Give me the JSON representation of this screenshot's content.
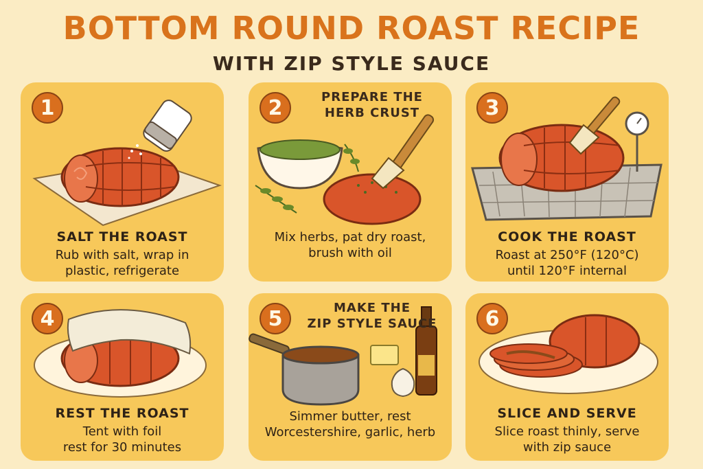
{
  "header": {
    "title": "BOTTOM ROUND ROAST RECIPE",
    "subtitle": "WITH ZIP STYLE SAUCE"
  },
  "steps": [
    {
      "number": "1",
      "title": "SALT THE ROAST",
      "lines": [
        "Rub with salt, wrap in",
        "plastic, refrigerate"
      ],
      "icons": [
        "roast-icon",
        "salt-shaker-icon",
        "plastic-wrap-icon"
      ]
    },
    {
      "number": "2",
      "title": "PREPARE THE HERB CRUST",
      "title_lines": [
        "PREPARE THE",
        "HERB CRUST"
      ],
      "lines": [
        "Mix herbs, pat dry roast,",
        "brush with oil"
      ],
      "icons": [
        "herb-bowl-icon",
        "roast-icon",
        "basting-brush-icon",
        "herb-sprig-icon"
      ]
    },
    {
      "number": "3",
      "title": "COOK THE ROAST",
      "lines": [
        "Roast at 250°F (120°C)",
        "until 120°F internal"
      ],
      "icons": [
        "roast-icon",
        "baking-rack-icon",
        "basting-brush-icon",
        "thermometer-icon"
      ]
    },
    {
      "number": "4",
      "title": "REST THE ROAST",
      "lines": [
        "Tent with foil",
        "rest for 30 minutes"
      ],
      "icons": [
        "roast-icon",
        "foil-tent-icon",
        "plate-icon"
      ]
    },
    {
      "number": "5",
      "title": "MAKE THE ZIP STYLE SAUCE",
      "title_lines": [
        "MAKE THE",
        "ZIP STYLE SAUCE"
      ],
      "lines": [
        "Simmer butter, rest",
        "Worcestershire, garlic, herb"
      ],
      "icons": [
        "saucepan-icon",
        "butter-icon",
        "garlic-icon",
        "sauce-bottle-icon"
      ]
    },
    {
      "number": "6",
      "title": "SLICE AND SERVE",
      "lines": [
        "Slice roast thinly, serve",
        "with zip sauce"
      ],
      "icons": [
        "roast-icon",
        "sliced-roast-icon",
        "plate-icon"
      ]
    }
  ],
  "colors": {
    "background": "#fbecc4",
    "card": "#f7c85a",
    "accent": "#d96f1e",
    "meat": "#d9552a",
    "text": "#2e2216"
  }
}
